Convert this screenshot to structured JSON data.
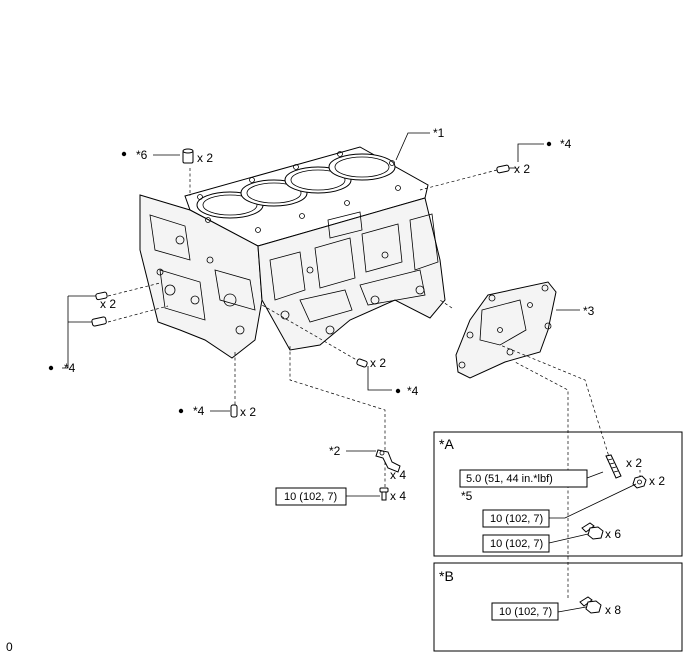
{
  "labels": {
    "part1": "*1",
    "part2": "*2",
    "part3": "*3",
    "part4_top_right": "*4",
    "part4_left": "*4",
    "part4_center": "*4",
    "part4_bottom": "*4",
    "part5": "*5",
    "part6": "*6"
  },
  "quantities": {
    "q_part6": "x 2",
    "q_pin_top_right": "x 2",
    "q_pin_left": "x 2",
    "q_pin_center": "x 2",
    "q_pin_bottom": "x 2",
    "q_part2_bracket": "x 4",
    "q_part2_bolt": "x 4",
    "q_stud": "x 2",
    "q_nut": "x 2",
    "q_bolt_a": "x 6",
    "q_bolt_b": "x 8"
  },
  "torques": {
    "t_part2_bolt": "10 (102, 7)",
    "t_stud": "5.0 (51, 44 in.*lbf)",
    "t_nut": "10 (102, 7)",
    "t_bolt_a": "10 (102, 7)",
    "t_bolt_b": "10 (102, 7)"
  },
  "detail_boxes": {
    "a_title": "*A",
    "b_title": "*B"
  },
  "footer": {
    "code": "0"
  }
}
